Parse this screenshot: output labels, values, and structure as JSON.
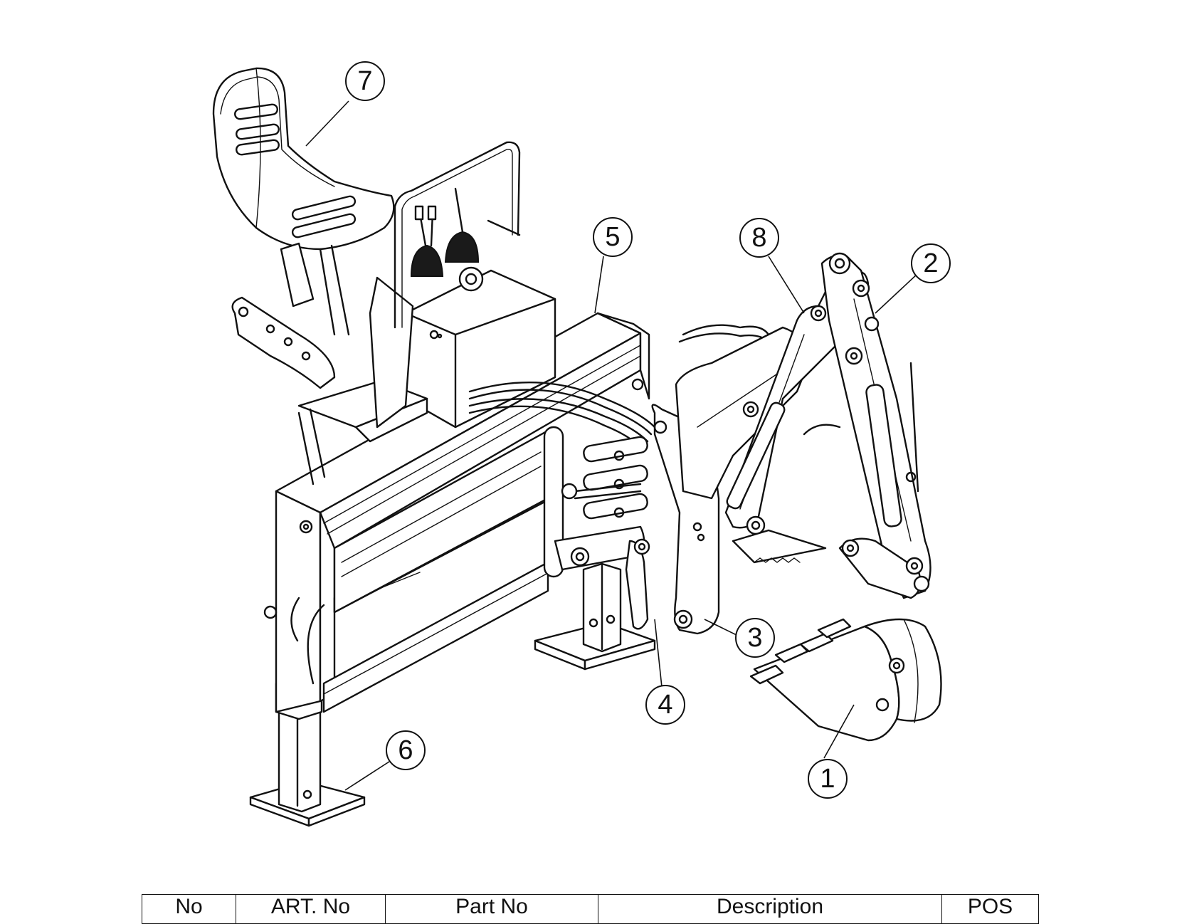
{
  "callouts": [
    {
      "id": "callout-1",
      "label": "1"
    },
    {
      "id": "callout-2",
      "label": "2"
    },
    {
      "id": "callout-3",
      "label": "3"
    },
    {
      "id": "callout-4",
      "label": "4"
    },
    {
      "id": "callout-5",
      "label": "5"
    },
    {
      "id": "callout-6",
      "label": "6"
    },
    {
      "id": "callout-7",
      "label": "7"
    },
    {
      "id": "callout-8",
      "label": "8"
    }
  ],
  "parts_table": {
    "headers": [
      "No",
      "ART. No",
      "Part No",
      "Description",
      "POS"
    ]
  }
}
